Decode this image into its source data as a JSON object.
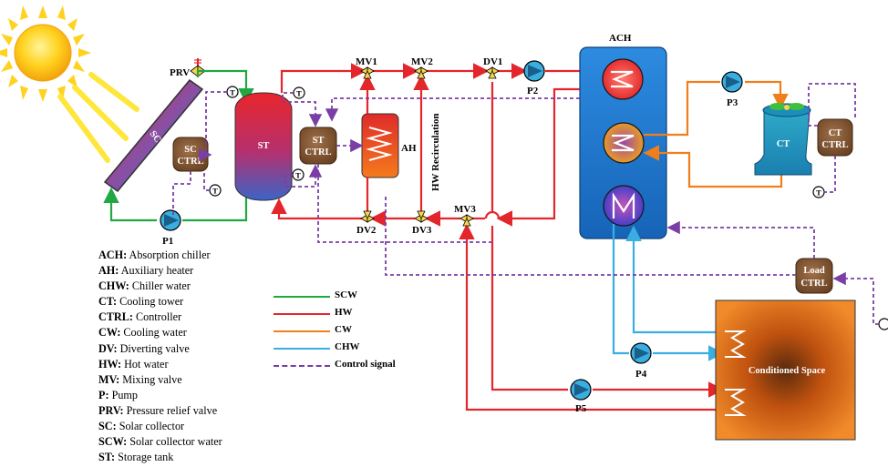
{
  "colors": {
    "scw": "#22a843",
    "hw": "#e3262b",
    "cw": "#f07f1b",
    "chw": "#3aaee0",
    "control": "#7a3ea6",
    "tank_blue": "#1f73c2",
    "space_orange": "#e86a16"
  },
  "components": {
    "sc": "SC",
    "sc_ctrl_line1": "SC",
    "sc_ctrl_line2": "CTRL",
    "prv": "PRV",
    "st": "ST",
    "st_ctrl_line1": "ST",
    "st_ctrl_line2": "CTRL",
    "ah": "AH",
    "ach": "ACH",
    "ct": "CT",
    "ct_ctrl_line1": "CT",
    "ct_ctrl_line2": "CTRL",
    "load_ctrl_line1": "Load",
    "load_ctrl_line2": "CTRL",
    "conditioned_space": "Conditioned Space",
    "hw_recirculation": "HW Recirculation",
    "temp_sensor": "T"
  },
  "valves": {
    "mv1": "MV1",
    "mv2": "MV2",
    "mv3": "MV3",
    "dv1": "DV1",
    "dv2": "DV2",
    "dv3": "DV3"
  },
  "pumps": {
    "p1": "P1",
    "p2": "P2",
    "p3": "P3",
    "p4": "P4",
    "p5": "P5"
  },
  "legend_abbreviations": [
    {
      "abbr": "ACH:",
      "text": " Absorption chiller"
    },
    {
      "abbr": "AH:",
      "text": " Auxiliary heater"
    },
    {
      "abbr": "CHW:",
      "text": " Chiller water"
    },
    {
      "abbr": "CT:",
      "text": " Cooling tower"
    },
    {
      "abbr": "CTRL:",
      "text": " Controller"
    },
    {
      "abbr": "CW:",
      "text": " Cooling water"
    },
    {
      "abbr": "DV:",
      "text": " Diverting valve"
    },
    {
      "abbr": "HW:",
      "text": " Hot water"
    },
    {
      "abbr": "MV:",
      "text": " Mixing valve"
    },
    {
      "abbr": "P:",
      "text": " Pump"
    },
    {
      "abbr": "PRV:",
      "text": " Pressure relief valve"
    },
    {
      "abbr": "SC:",
      "text": " Solar collector"
    },
    {
      "abbr": "SCW:",
      "text": " Solar collector water"
    },
    {
      "abbr": "ST:",
      "text": " Storage tank"
    }
  ],
  "legend_lines": [
    {
      "label": "SCW",
      "color": "#22a843",
      "style": "solid"
    },
    {
      "label": "HW",
      "color": "#e3262b",
      "style": "solid"
    },
    {
      "label": "CW",
      "color": "#f07f1b",
      "style": "solid"
    },
    {
      "label": "CHW",
      "color": "#3aaee0",
      "style": "solid"
    },
    {
      "label": "Control signal",
      "color": "#7a3ea6",
      "style": "dashed"
    }
  ]
}
